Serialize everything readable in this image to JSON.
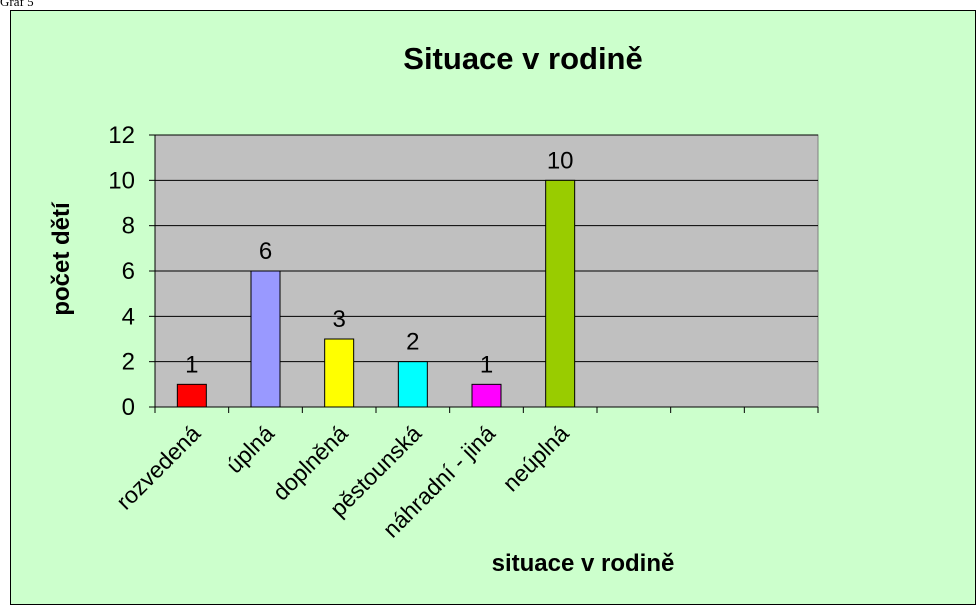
{
  "caption": "Graf 5",
  "colors": {
    "chart_background": "#ccffcc",
    "plot_background": "#c0c0c0",
    "bars": [
      "#ff0000",
      "#9999ff",
      "#ffff00",
      "#00ffff",
      "#ff00ff",
      "#99cc00"
    ]
  },
  "chart_data": {
    "type": "bar",
    "title": "Situace v rodině",
    "xlabel": "situace v rodině",
    "ylabel": "počet dětí",
    "categories": [
      "rozvedená",
      "úplná",
      "doplněná",
      "pěstounská",
      "náhradní - jiná",
      "neúplná"
    ],
    "values": [
      1,
      6,
      3,
      2,
      1,
      10
    ],
    "ylim": [
      0,
      12
    ],
    "yticks": [
      0,
      2,
      4,
      6,
      8,
      10,
      12
    ],
    "grid": true,
    "legend": "none",
    "data_labels": true
  }
}
